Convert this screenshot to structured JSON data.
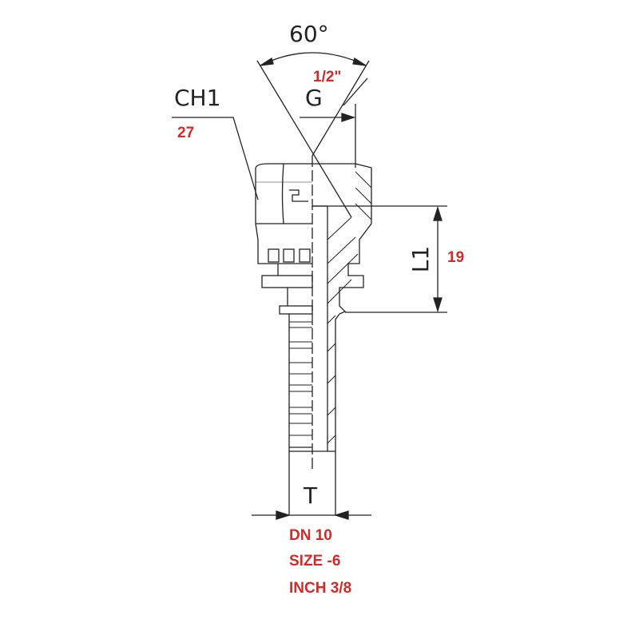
{
  "angle_label": "60°",
  "thread_label": "G",
  "thread_value": "1/2\"",
  "hex_label": "CH1",
  "hex_value": "27",
  "length_label": "L1",
  "length_value": "19",
  "hose_label": "T",
  "specs": [
    "DN 10",
    "SIZE -6",
    "INCH 3/8"
  ],
  "colors": {
    "value_red": "#d42a2a",
    "line": "#222222"
  }
}
